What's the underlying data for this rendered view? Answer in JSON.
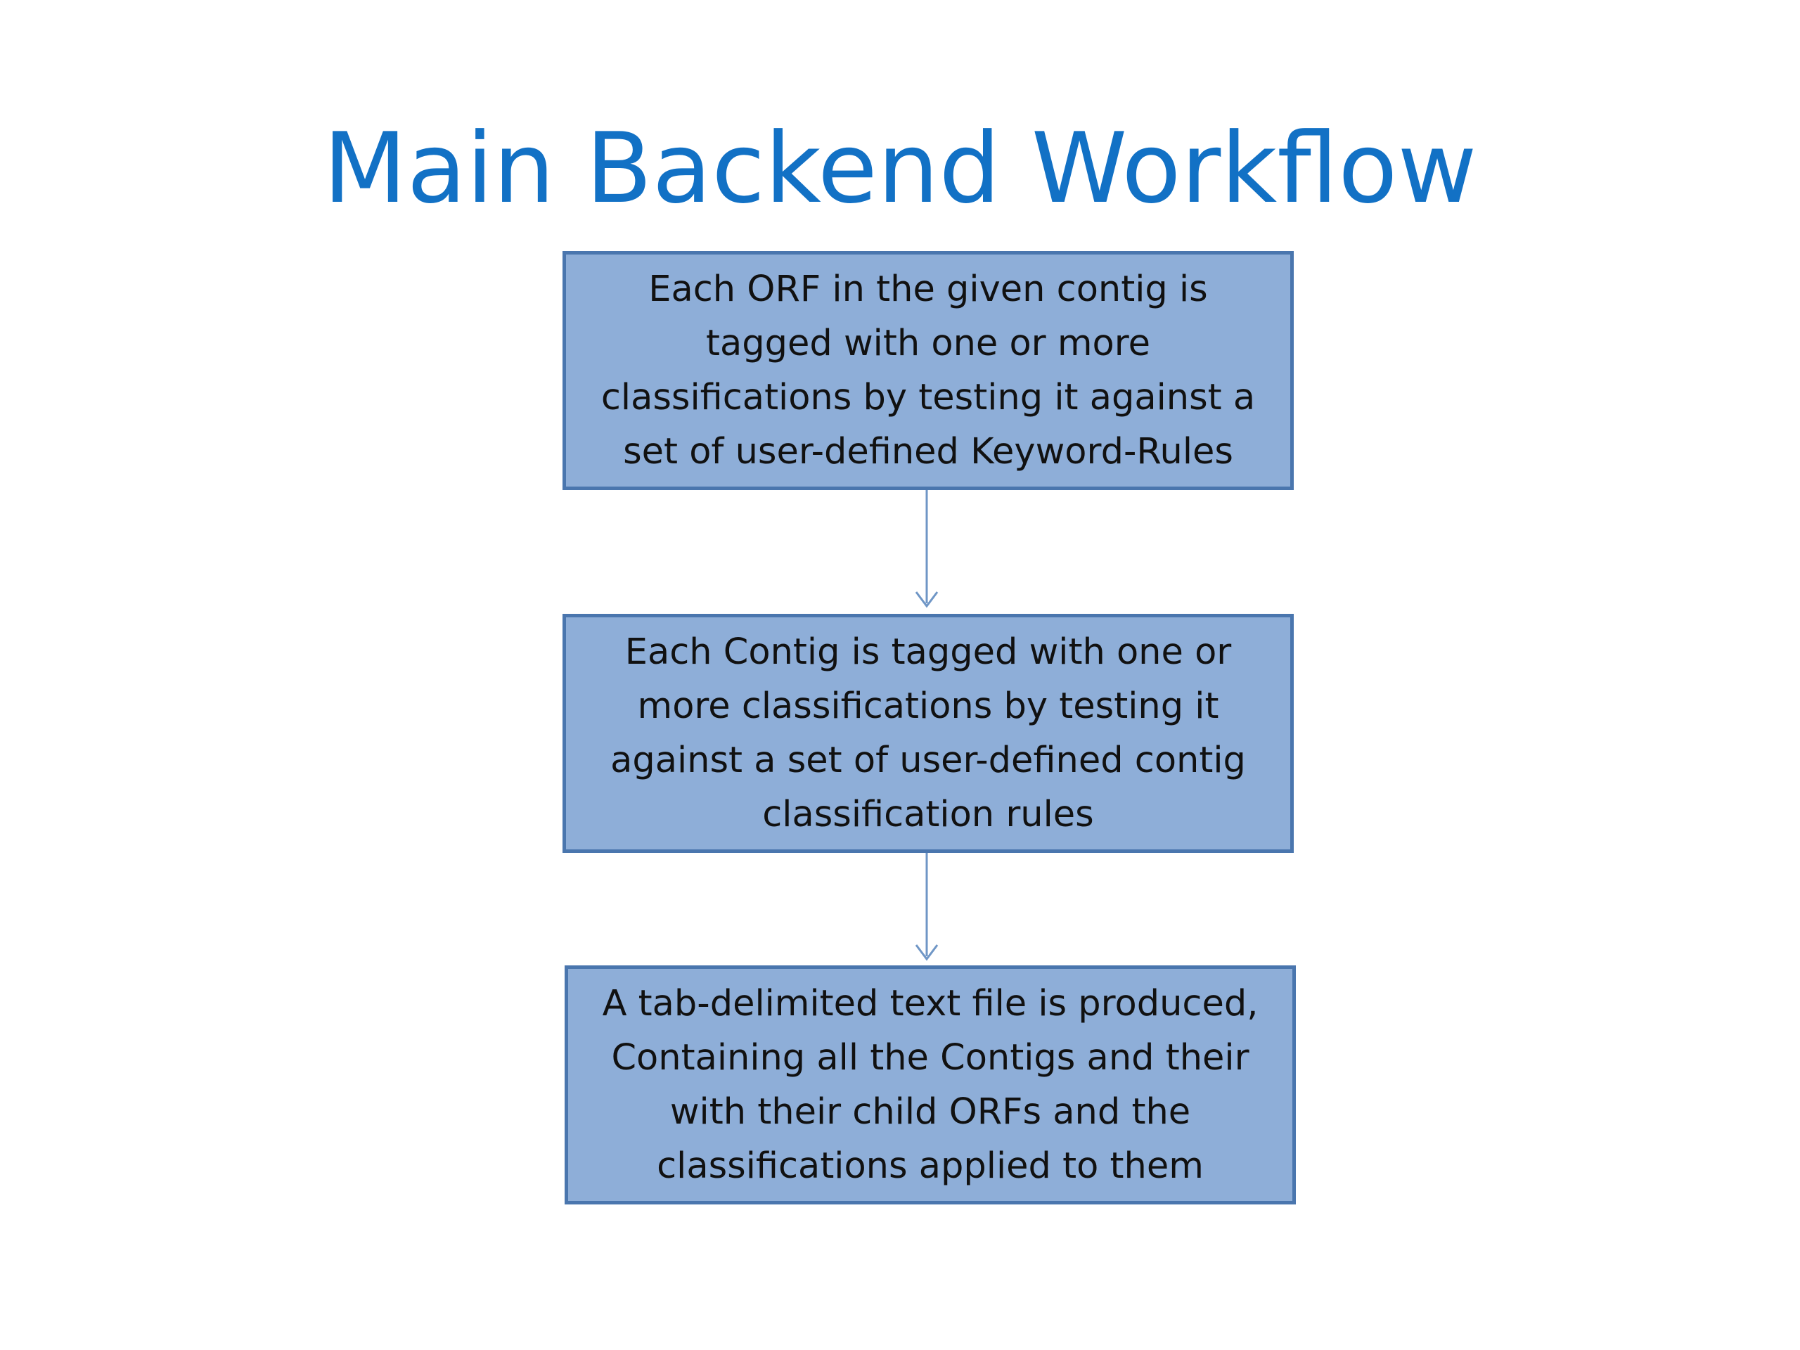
{
  "title": "Main Backend Workflow",
  "steps": [
    {
      "text": "Each ORF in the given contig is tagged with one or more classifications by testing it against a set of user-defined Keyword-Rules"
    },
    {
      "text": "Each Contig is tagged with one or more classifications by testing it against a set of user-defined contig classification rules"
    },
    {
      "text": "A tab-delimited text file is produced, Containing all the Contigs and their with their child ORFs and the classifications applied to them"
    }
  ],
  "colors": {
    "title": "#1271c5",
    "box_fill": "#8eaed8",
    "box_border": "#4a76ae",
    "arrow": "#6f96c6",
    "text": "#111111"
  }
}
